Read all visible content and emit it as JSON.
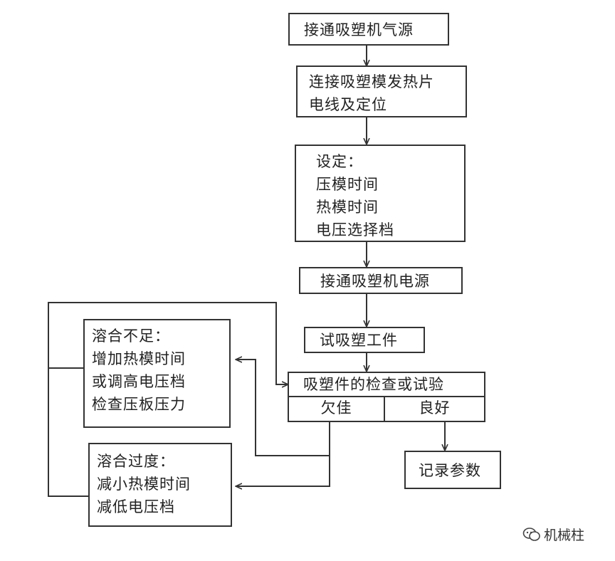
{
  "nodes": {
    "connect_air": "接通吸塑机气源",
    "connect_heater": [
      "连接吸塑模发热片",
      "电线及定位"
    ],
    "settings": [
      "设定：",
      "压模时间",
      "热模时间",
      "电压选择档"
    ],
    "connect_power": "接通吸塑机电源",
    "trial": "试吸塑工件",
    "inspect": "吸塑件的检查或试验",
    "result_bad": "欠佳",
    "result_good": "良好",
    "record": "记录参数",
    "underfuse": [
      "溶合不足：",
      "增加热模时间",
      "或调高电压档",
      "检查压板压力"
    ],
    "overfuse": [
      "溶合过度：",
      "减小热模时间",
      "减低电压档"
    ]
  },
  "watermark": {
    "icon": "wechat-icon",
    "text": "机械柱"
  }
}
